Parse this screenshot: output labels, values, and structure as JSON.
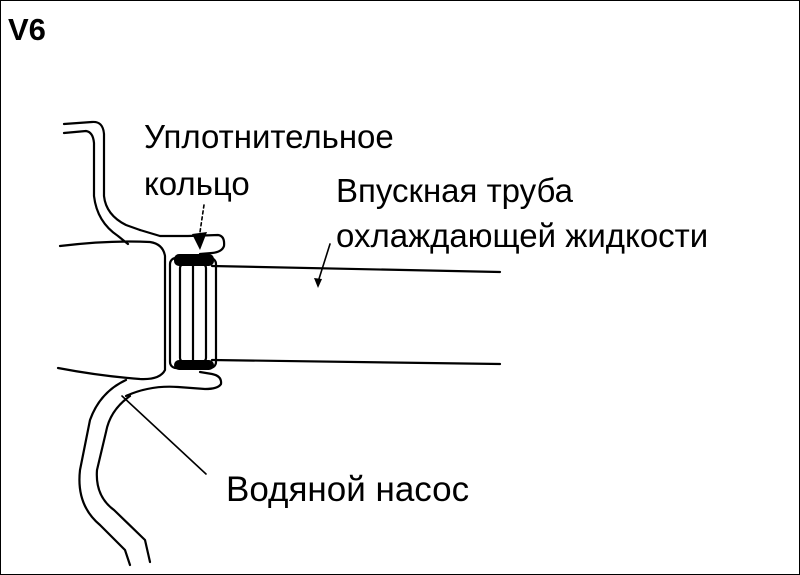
{
  "engine_label": "V6",
  "labels": {
    "seal_ring_line1": "Уплотнительное",
    "seal_ring_line2": "кольцо",
    "inlet_pipe_line1": "Впускная труба",
    "inlet_pipe_line2": "охлаждающей жидкости",
    "water_pump": "Водяной насос"
  }
}
